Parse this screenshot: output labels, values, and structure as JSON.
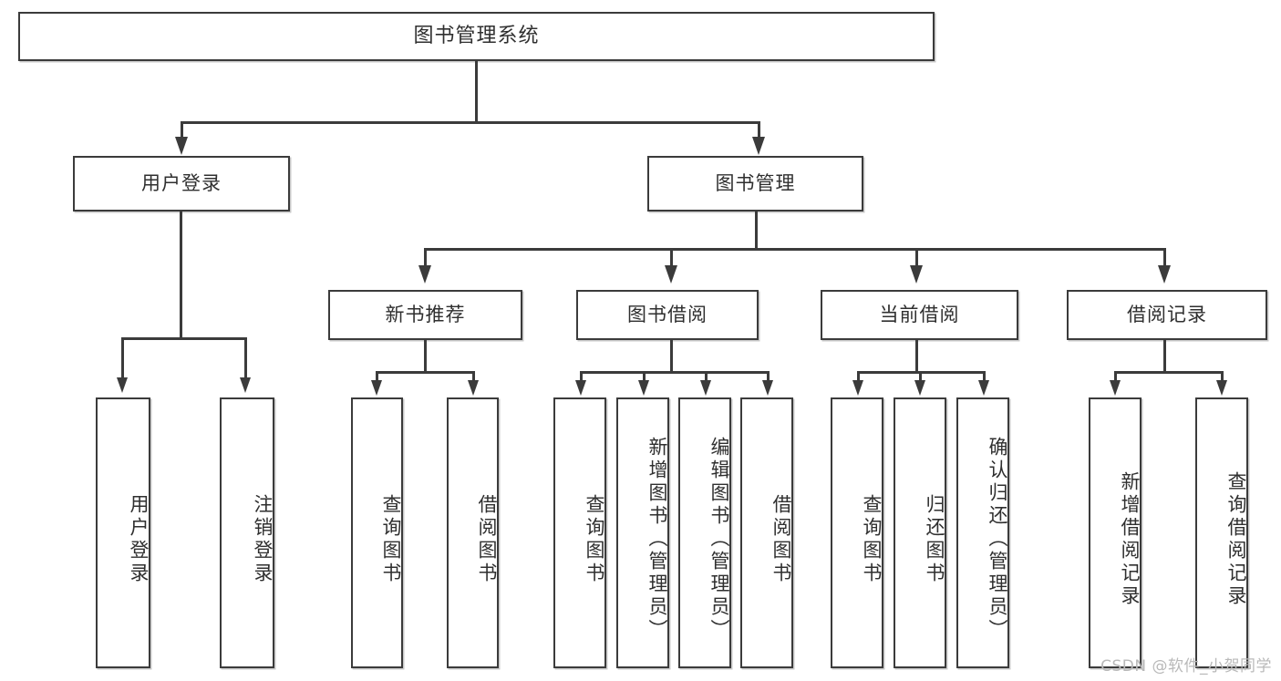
{
  "diagram": {
    "type": "tree",
    "title": "图书管理系统",
    "root": {
      "label": "图书管理系统"
    },
    "level2": [
      {
        "label": "用户登录"
      },
      {
        "label": "图书管理"
      }
    ],
    "level3": [
      {
        "label": "新书推荐"
      },
      {
        "label": "图书借阅"
      },
      {
        "label": "当前借阅"
      },
      {
        "label": "借阅记录"
      }
    ],
    "leaves": {
      "user_login": [
        {
          "label": "用户登录"
        },
        {
          "label": "注销登录"
        }
      ],
      "new_book_recommend": [
        {
          "label": "查询图书"
        },
        {
          "label": "借阅图书"
        }
      ],
      "book_borrow": [
        {
          "label": "查询图书"
        },
        {
          "label": "新增图书（管理员）"
        },
        {
          "label": "编辑图书（管理员）"
        },
        {
          "label": "借阅图书"
        }
      ],
      "current_borrow": [
        {
          "label": "查询图书"
        },
        {
          "label": "归还图书"
        },
        {
          "label": "确认归还（管理员）"
        }
      ],
      "borrow_record": [
        {
          "label": "新增借阅记录"
        },
        {
          "label": "查询借阅记录"
        }
      ]
    }
  },
  "watermark": {
    "text": "CSDN @软件_小贺同学"
  },
  "colors": {
    "stroke": "#3b3b3b",
    "fill": "#ffffff",
    "text": "#2f2f2f",
    "watermark": "#b9b9b9"
  }
}
